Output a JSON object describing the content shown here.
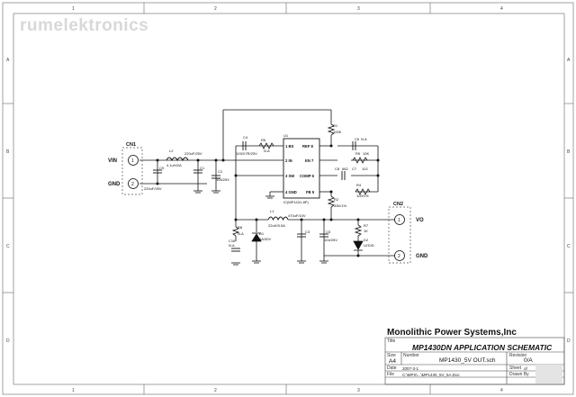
{
  "watermark": "rumelektronics",
  "border": {
    "col_top": [
      "1",
      "2",
      "3",
      "4"
    ],
    "col_bottom": [
      "1",
      "2",
      "3",
      "4"
    ],
    "row_left": [
      "A",
      "B",
      "C",
      "D"
    ],
    "row_right": [
      "A",
      "B",
      "C",
      "D"
    ]
  },
  "connectors": {
    "cn1": "CN1",
    "cn1_pin1": "1",
    "cn1_pin2": "2",
    "cn2": "CN2",
    "cn2_pin1": "1",
    "cn2_pin2": "2"
  },
  "nets": {
    "vin": "VIN",
    "gnd_in": "GND",
    "vo": "VO",
    "gnd_out": "GND"
  },
  "components": {
    "l2": "L2",
    "l2_val": "4.1uH/2A",
    "c9": "C9",
    "c9_val": "220uF/25V",
    "c10": "220uF/25V",
    "c1": "C1",
    "c2": "C2",
    "c2_val": "104/25V",
    "c4": "C4",
    "c4_val": "103/X7R/25V",
    "r6": "R6",
    "r6_val": "N.A",
    "u1": "U1",
    "u1_part": "IC(MP1431-8P)",
    "pin1": "1 BS",
    "pin8": "REF 8",
    "pin2": "2 IN",
    "pin7": "EN 7",
    "pin3": "3 SW",
    "pin6": "COMP 6",
    "pin4": "4 GND",
    "pin5": "FB 5",
    "r1": "R1",
    "r1_val": "100K",
    "c6": "C6",
    "c6_val": "N.A",
    "r5": "R5",
    "r5_val": "10K",
    "c8": "C8",
    "c8_val": "682",
    "c7": "C7",
    "c7_val": "102",
    "r4": "R4",
    "r4_val": "100/1%",
    "r2": "R2",
    "r2_val": "33K/1%",
    "l1": "L1",
    "l1_val": "22uH/3.5A",
    "c_l1": "470uF/10V",
    "r8": "R8",
    "r8_val": "N.A",
    "c16": "C16",
    "c16_val": "N.A",
    "d1": "D1",
    "d1_val": "4A/30V",
    "c3": "C3",
    "c5": "C5",
    "c5_val": "104/25V",
    "r7": "R7",
    "r7_val": "1K",
    "d2": "D2",
    "d2_val": "LED/D"
  },
  "title_block": {
    "company": "Monolithic Power Systems,Inc",
    "title_label": "Title",
    "title": "MP1430DN APPLICATION SCHEMATIC",
    "size_label": "Size",
    "size": "A4",
    "number_label": "Number",
    "number": "MP1430_5V OUT.sch",
    "revision_label": "Revision",
    "revision": "0/A",
    "date_label": "Date",
    "date": "2007-3-1",
    "sheet_label": "Sheet",
    "sheet": "of",
    "file_label": "File",
    "file": "C:\\MPS\\...\\MP1430_5V_5A.Doc",
    "drawn_label": "Drawn By"
  }
}
